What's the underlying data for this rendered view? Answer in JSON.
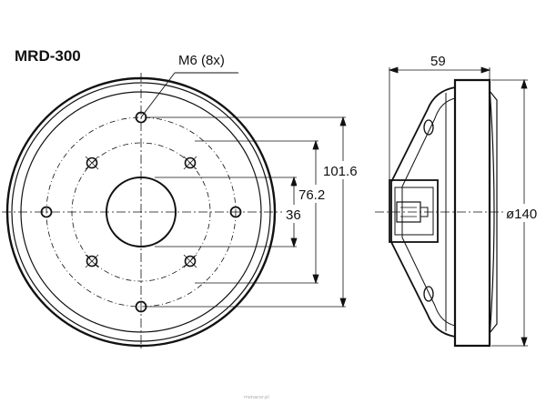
{
  "model": "MRD-300",
  "watermark": "monacor.pl",
  "front_view": {
    "bolt_callout": "M6 (8x)",
    "dimensions": [
      "101.6",
      "76.2",
      "36"
    ]
  },
  "side_view": {
    "depth": "59",
    "diameter": "ø140"
  }
}
